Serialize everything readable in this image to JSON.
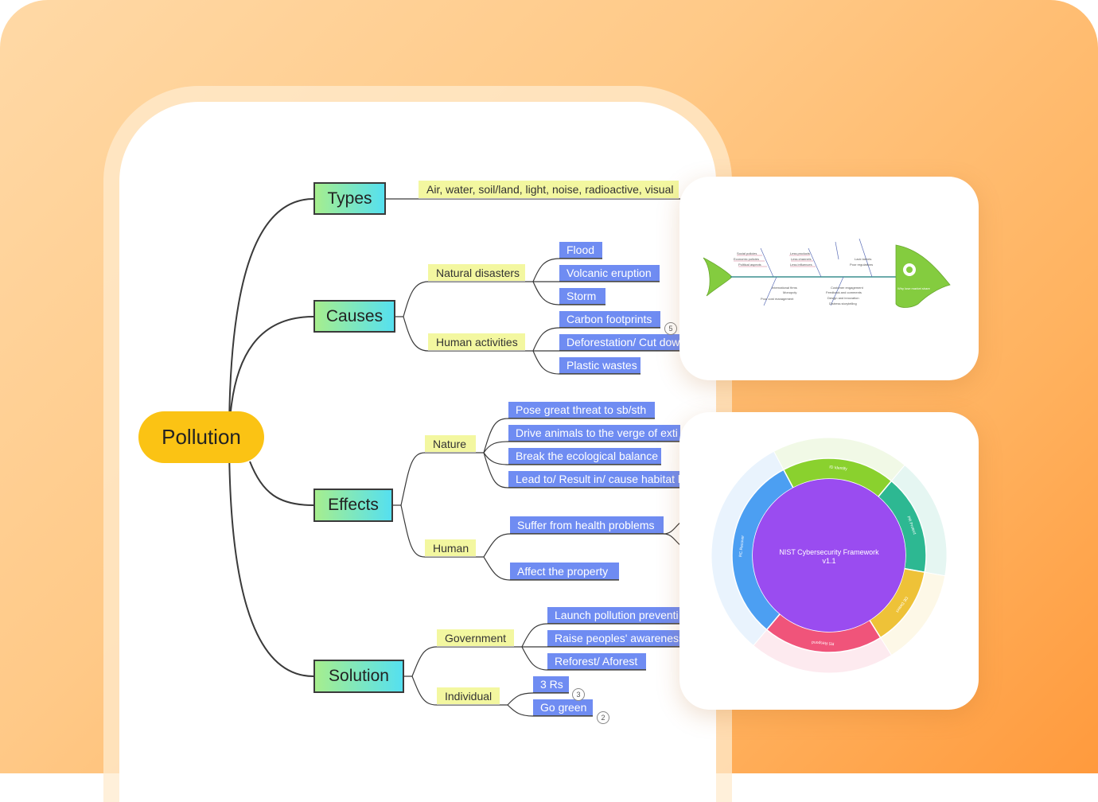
{
  "root": "Pollution",
  "branches": {
    "types": {
      "label": "Types",
      "item": "Air, water, soil/land, light, noise, radioactive, visual"
    },
    "causes": {
      "label": "Causes",
      "natural": {
        "label": "Natural disasters",
        "items": [
          "Flood",
          "Volcanic eruption",
          "Storm"
        ]
      },
      "human": {
        "label": "Human activities",
        "items": [
          "Carbon footprints",
          "Deforestation/ Cut dow",
          "Plastic wastes"
        ],
        "badge": "5"
      }
    },
    "effects": {
      "label": "Effects",
      "nature": {
        "label": "Nature",
        "items": [
          "Pose great threat to sb/sth",
          "Drive animals to the verge of exti",
          "Break the ecological balance",
          "Lead to/ Result in/ cause habitat l"
        ]
      },
      "human": {
        "label": "Human",
        "items": [
          "Suffer from health problems",
          "Affect the property"
        ]
      }
    },
    "solution": {
      "label": "Solution",
      "government": {
        "label": "Government",
        "items": [
          "Launch pollution preventi",
          "Raise peoples' awareness",
          "Reforest/ Aforest"
        ]
      },
      "individual": {
        "label": "Individual",
        "items": [
          "3 Rs",
          "Go green"
        ],
        "badges": [
          "3",
          "2"
        ]
      }
    }
  },
  "fishbone": {
    "head": "Why lose market share",
    "causes_top": [
      "Social policies",
      "Economic policies",
      "Political aspects",
      "Less products",
      "Less channels",
      "Less influences",
      "Lack talents",
      "Poor regulations"
    ],
    "causes_bottom": [
      "International firms",
      "Monopoly",
      "Poor cost management",
      "Customer engagement",
      "Feedback and comments",
      "Design and innovation",
      "Distress storytelling"
    ]
  },
  "sunburst": {
    "center": [
      "NIST Cybersecurity Framework",
      "v1.1"
    ],
    "functions": [
      {
        "code": "ID",
        "name": "Identify",
        "color": "#8ad12e"
      },
      {
        "code": "PR",
        "name": "Protect",
        "color": "#2db892"
      },
      {
        "code": "DE",
        "name": "Detect",
        "color": "#eec238"
      },
      {
        "code": "RS",
        "name": "Respond",
        "color": "#f0547a"
      },
      {
        "code": "RC",
        "name": "Recover",
        "color": "#4c9ff2"
      }
    ],
    "center_color": "#9a4cf0"
  }
}
